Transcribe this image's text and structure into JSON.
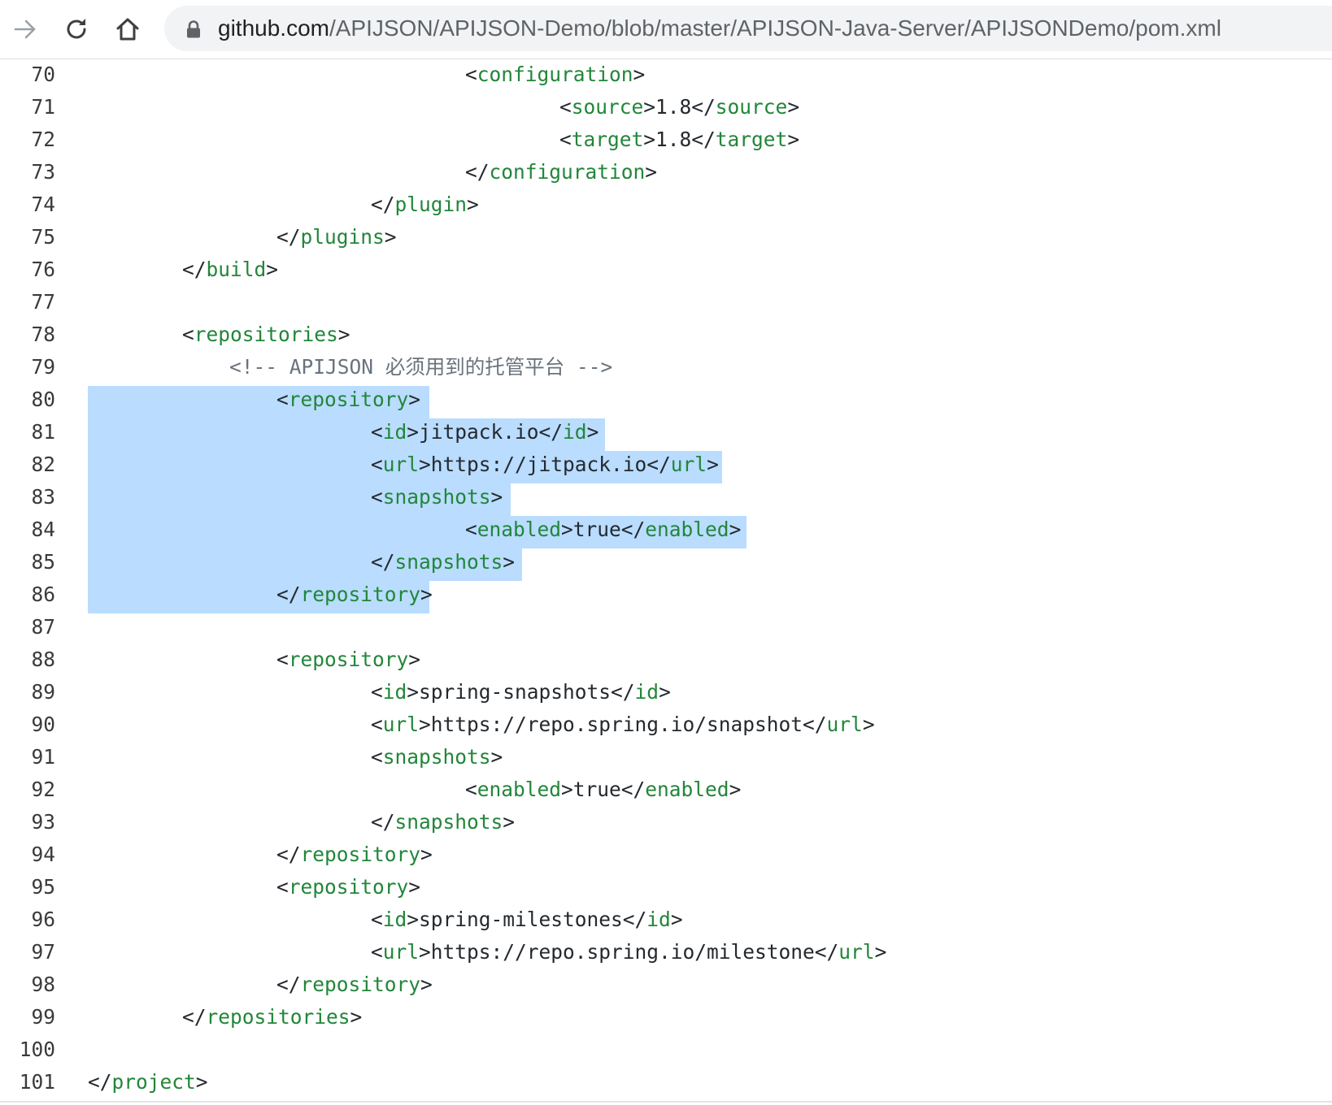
{
  "browser": {
    "url_host": "github.com",
    "url_path": "/APIJSON/APIJSON-Demo/blob/master/APIJSON-Java-Server/APIJSONDemo/pom.xml",
    "icons": [
      "forward-icon",
      "reload-icon",
      "home-icon",
      "lock-icon"
    ]
  },
  "colors": {
    "selection": "#b9dcff",
    "tag": "#22863a",
    "comment": "#6a737d",
    "text": "#24292e"
  },
  "code": {
    "lines": [
      {
        "n": "70",
        "indent": 4,
        "parts": [
          {
            "t": "<"
          },
          {
            "t": "configuration",
            "c": "tag"
          },
          {
            "t": ">"
          }
        ]
      },
      {
        "n": "71",
        "indent": 5,
        "parts": [
          {
            "t": "<"
          },
          {
            "t": "source",
            "c": "tag"
          },
          {
            "t": ">1.8</"
          },
          {
            "t": "source",
            "c": "tag"
          },
          {
            "t": ">"
          }
        ]
      },
      {
        "n": "72",
        "indent": 5,
        "parts": [
          {
            "t": "<"
          },
          {
            "t": "target",
            "c": "tag"
          },
          {
            "t": ">1.8</"
          },
          {
            "t": "target",
            "c": "tag"
          },
          {
            "t": ">"
          }
        ]
      },
      {
        "n": "73",
        "indent": 4,
        "parts": [
          {
            "t": "</"
          },
          {
            "t": "configuration",
            "c": "tag"
          },
          {
            "t": ">"
          }
        ]
      },
      {
        "n": "74",
        "indent": 3,
        "parts": [
          {
            "t": "</"
          },
          {
            "t": "plugin",
            "c": "tag"
          },
          {
            "t": ">"
          }
        ]
      },
      {
        "n": "75",
        "indent": 2,
        "parts": [
          {
            "t": "</"
          },
          {
            "t": "plugins",
            "c": "tag"
          },
          {
            "t": ">"
          }
        ]
      },
      {
        "n": "76",
        "indent": 1,
        "parts": [
          {
            "t": "</"
          },
          {
            "t": "build",
            "c": "tag"
          },
          {
            "t": ">"
          }
        ]
      },
      {
        "n": "77",
        "indent": 0,
        "parts": []
      },
      {
        "n": "78",
        "indent": 1,
        "parts": [
          {
            "t": "<"
          },
          {
            "t": "repositories",
            "c": "tag"
          },
          {
            "t": ">"
          }
        ]
      },
      {
        "n": "79",
        "indent": 1.5,
        "parts": [
          {
            "t": "<!-- APIJSON 必须用到的托管平台 -->",
            "c": "cmt"
          }
        ]
      },
      {
        "n": "80",
        "indent": 2,
        "parts": [
          {
            "t": "<"
          },
          {
            "t": "repository",
            "c": "tag"
          },
          {
            "t": ">"
          }
        ]
      },
      {
        "n": "81",
        "indent": 3,
        "parts": [
          {
            "t": "<"
          },
          {
            "t": "id",
            "c": "tag"
          },
          {
            "t": ">jitpack.io</"
          },
          {
            "t": "id",
            "c": "tag"
          },
          {
            "t": ">"
          }
        ]
      },
      {
        "n": "82",
        "indent": 3,
        "parts": [
          {
            "t": "<"
          },
          {
            "t": "url",
            "c": "tag"
          },
          {
            "t": ">https://jitpack.io</"
          },
          {
            "t": "url",
            "c": "tag"
          },
          {
            "t": ">"
          }
        ]
      },
      {
        "n": "83",
        "indent": 3,
        "parts": [
          {
            "t": "<"
          },
          {
            "t": "snapshots",
            "c": "tag"
          },
          {
            "t": ">"
          }
        ]
      },
      {
        "n": "84",
        "indent": 4,
        "parts": [
          {
            "t": "<"
          },
          {
            "t": "enabled",
            "c": "tag"
          },
          {
            "t": ">true</"
          },
          {
            "t": "enabled",
            "c": "tag"
          },
          {
            "t": ">"
          }
        ]
      },
      {
        "n": "85",
        "indent": 3,
        "parts": [
          {
            "t": "</"
          },
          {
            "t": "snapshots",
            "c": "tag"
          },
          {
            "t": ">"
          }
        ]
      },
      {
        "n": "86",
        "indent": 2,
        "parts": [
          {
            "t": "</"
          },
          {
            "t": "repository",
            "c": "tag"
          },
          {
            "t": ">"
          }
        ]
      },
      {
        "n": "87",
        "indent": 0,
        "parts": []
      },
      {
        "n": "88",
        "indent": 2,
        "parts": [
          {
            "t": "<"
          },
          {
            "t": "repository",
            "c": "tag"
          },
          {
            "t": ">"
          }
        ]
      },
      {
        "n": "89",
        "indent": 3,
        "parts": [
          {
            "t": "<"
          },
          {
            "t": "id",
            "c": "tag"
          },
          {
            "t": ">spring-snapshots</"
          },
          {
            "t": "id",
            "c": "tag"
          },
          {
            "t": ">"
          }
        ]
      },
      {
        "n": "90",
        "indent": 3,
        "parts": [
          {
            "t": "<"
          },
          {
            "t": "url",
            "c": "tag"
          },
          {
            "t": ">https://repo.spring.io/snapshot</"
          },
          {
            "t": "url",
            "c": "tag"
          },
          {
            "t": ">"
          }
        ]
      },
      {
        "n": "91",
        "indent": 3,
        "parts": [
          {
            "t": "<"
          },
          {
            "t": "snapshots",
            "c": "tag"
          },
          {
            "t": ">"
          }
        ]
      },
      {
        "n": "92",
        "indent": 4,
        "parts": [
          {
            "t": "<"
          },
          {
            "t": "enabled",
            "c": "tag"
          },
          {
            "t": ">true</"
          },
          {
            "t": "enabled",
            "c": "tag"
          },
          {
            "t": ">"
          }
        ]
      },
      {
        "n": "93",
        "indent": 3,
        "parts": [
          {
            "t": "</"
          },
          {
            "t": "snapshots",
            "c": "tag"
          },
          {
            "t": ">"
          }
        ]
      },
      {
        "n": "94",
        "indent": 2,
        "parts": [
          {
            "t": "</"
          },
          {
            "t": "repository",
            "c": "tag"
          },
          {
            "t": ">"
          }
        ]
      },
      {
        "n": "95",
        "indent": 2,
        "parts": [
          {
            "t": "<"
          },
          {
            "t": "repository",
            "c": "tag"
          },
          {
            "t": ">"
          }
        ]
      },
      {
        "n": "96",
        "indent": 3,
        "parts": [
          {
            "t": "<"
          },
          {
            "t": "id",
            "c": "tag"
          },
          {
            "t": ">spring-milestones</"
          },
          {
            "t": "id",
            "c": "tag"
          },
          {
            "t": ">"
          }
        ]
      },
      {
        "n": "97",
        "indent": 3,
        "parts": [
          {
            "t": "<"
          },
          {
            "t": "url",
            "c": "tag"
          },
          {
            "t": ">https://repo.spring.io/milestone</"
          },
          {
            "t": "url",
            "c": "tag"
          },
          {
            "t": ">"
          }
        ]
      },
      {
        "n": "98",
        "indent": 2,
        "parts": [
          {
            "t": "</"
          },
          {
            "t": "repository",
            "c": "tag"
          },
          {
            "t": ">"
          }
        ]
      },
      {
        "n": "99",
        "indent": 1,
        "parts": [
          {
            "t": "</"
          },
          {
            "t": "repositories",
            "c": "tag"
          },
          {
            "t": ">"
          }
        ]
      },
      {
        "n": "100",
        "indent": 0,
        "parts": []
      },
      {
        "n": "101",
        "indent": 0,
        "parts": [
          {
            "t": "</"
          },
          {
            "t": "project",
            "c": "tag"
          },
          {
            "t": ">"
          }
        ]
      }
    ]
  }
}
